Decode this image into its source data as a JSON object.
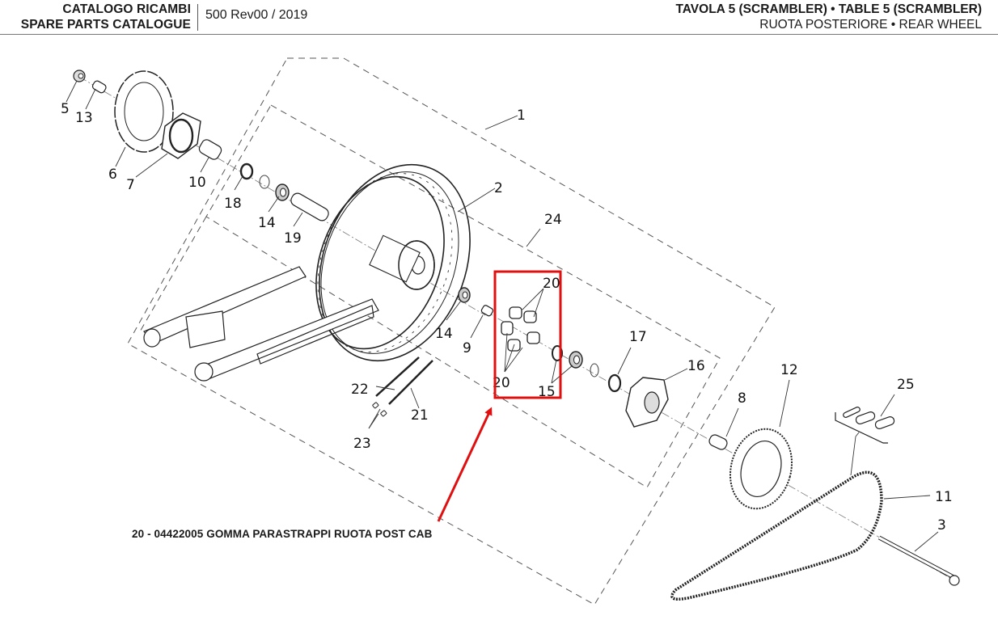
{
  "header": {
    "catalog_it": "CATALOGO RICAMBI",
    "catalog_en": "SPARE PARTS CATALOGUE",
    "revision": "500 Rev00 / 2019",
    "table_title": "TAVOLA 5 (SCRAMBLER) • TABLE 5 (SCRAMBLER)",
    "section_title": "RUOTA POSTERIORE • REAR WHEEL"
  },
  "callouts": {
    "c1": "1",
    "c2": "2",
    "c3": "3",
    "c5": "5",
    "c6": "6",
    "c7": "7",
    "c8": "8",
    "c9": "9",
    "c10": "10",
    "c11": "11",
    "c12": "12",
    "c13": "13",
    "c14a": "14",
    "c14b": "14",
    "c15": "15",
    "c16": "16",
    "c17": "17",
    "c18": "18",
    "c19": "19",
    "c20a": "20",
    "c20b": "20",
    "c21": "21",
    "c22": "22",
    "c23": "23",
    "c24": "24",
    "c25": "25"
  },
  "highlight": {
    "part_ref": "20",
    "caption": "20 - 04422005 GOMMA PARASTRAPPI RUOTA POST CAB",
    "color": "#e01010"
  }
}
